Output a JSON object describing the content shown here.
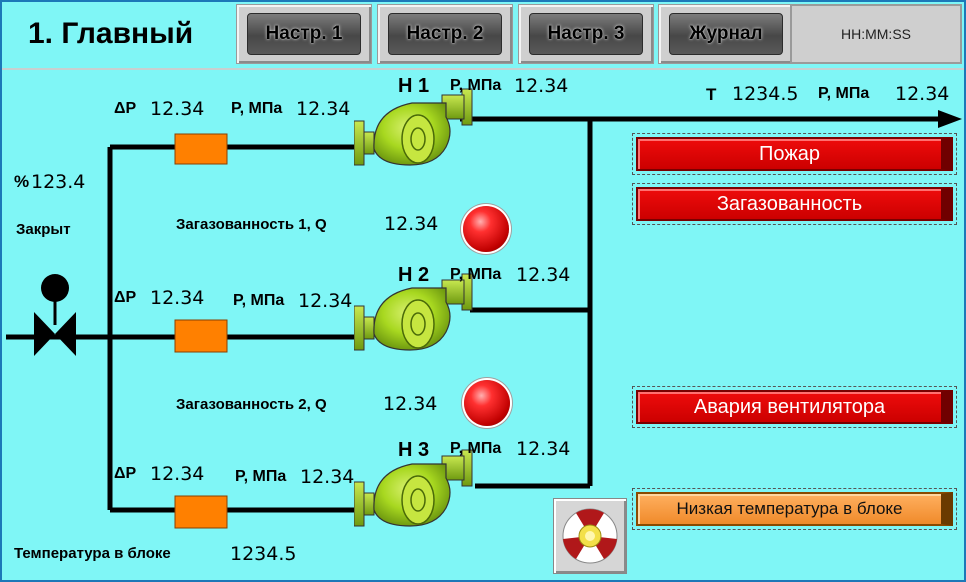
{
  "header": {
    "title": "1. Главный",
    "nav": [
      "Настр. 1",
      "Настр. 2",
      "Настр. 3",
      "Журнал"
    ],
    "clock": "HH:MM:SS"
  },
  "valve": {
    "percent_symbol": "%",
    "percent_value": "123.4",
    "state": "Закрыт"
  },
  "pumps": [
    {
      "name": "Н 1",
      "dp_label": "ΔP",
      "dp_value": "12.34",
      "p_in_label": "P, МПа",
      "p_in_value": "12.34",
      "p_out_label": "P, МПа",
      "p_out_value": "12.34"
    },
    {
      "name": "Н 2",
      "dp_label": "ΔP",
      "dp_value": "12.34",
      "p_in_label": "P, МПа",
      "p_in_value": "12.34",
      "p_out_label": "P, МПа",
      "p_out_value": "12.34"
    },
    {
      "name": "Н 3",
      "dp_label": "ΔP",
      "dp_value": "12.34",
      "p_in_label": "P, МПа",
      "p_in_value": "12.34",
      "p_out_label": "P, МПа",
      "p_out_value": "12.34"
    }
  ],
  "gas": [
    {
      "label": "Загазованность 1, Q",
      "value": "12.34"
    },
    {
      "label": "Загазованность 2, Q",
      "value": "12.34"
    }
  ],
  "outlet": {
    "t_label": "T",
    "t_value": "1234.5",
    "p_label": "P, МПа",
    "p_value": "12.34"
  },
  "alarms": {
    "fire": "Пожар",
    "gas": "Загазованность",
    "fan": "Авария вентилятора",
    "low_temp": "Низкая температура в блоке"
  },
  "block_temp": {
    "label": "Температура в блоке",
    "value": "1234.5"
  },
  "colors": {
    "background": "#7ff6f6",
    "alarm_red": "#e00000",
    "alarm_orange": "#f39a3c",
    "filter": "#ff8000",
    "pump": "#a8d820",
    "lamp": "#e01010"
  },
  "icons": {
    "valve": "gate-valve-icon",
    "pump": "centrifugal-pump-icon",
    "siren": "siren-icon",
    "lamp": "indicator-lamp"
  }
}
